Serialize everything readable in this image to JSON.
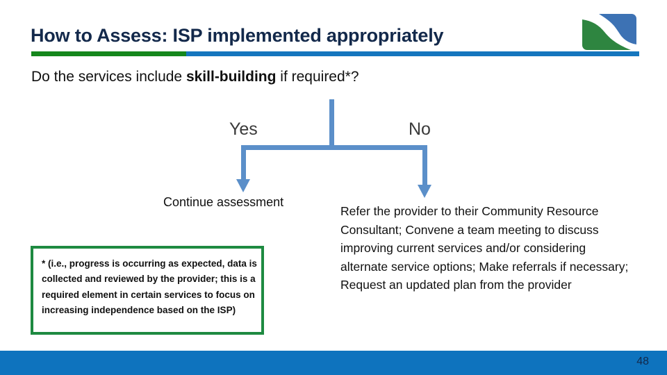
{
  "slide": {
    "title": "How to Assess: ISP implemented appropriately",
    "page_number": "48",
    "colors": {
      "title_navy": "#13294B",
      "rule_green": "#15871C",
      "rule_blue": "#1576BE",
      "connector_blue": "#5B8FC9",
      "footnote_border_green": "#1E8A41",
      "footer_blue": "#0E73BE",
      "logo_blue": "#3D72B4",
      "logo_green": "#2E8540"
    }
  },
  "question": {
    "prefix": "Do the services include ",
    "emphasis": "skill-building",
    "suffix": " if required*?"
  },
  "flow": {
    "branch_yes_label": "Yes",
    "branch_no_label": "No",
    "outcome_yes": "Continue assessment",
    "outcome_no": "Refer the provider to their Community Resource Consultant; Convene a team meeting to discuss improving current services and/or considering alternate service options; Make referrals if necessary; Request an updated plan from the provider"
  },
  "footnote": {
    "text": "* (i.e., progress is occurring as expected, data is collected and reviewed by the provider; this is a required element in certain services to focus on increasing independence based on the ISP)"
  },
  "logo": {
    "name": "organization-logo",
    "description": "square logo with blue and green curved shapes"
  }
}
